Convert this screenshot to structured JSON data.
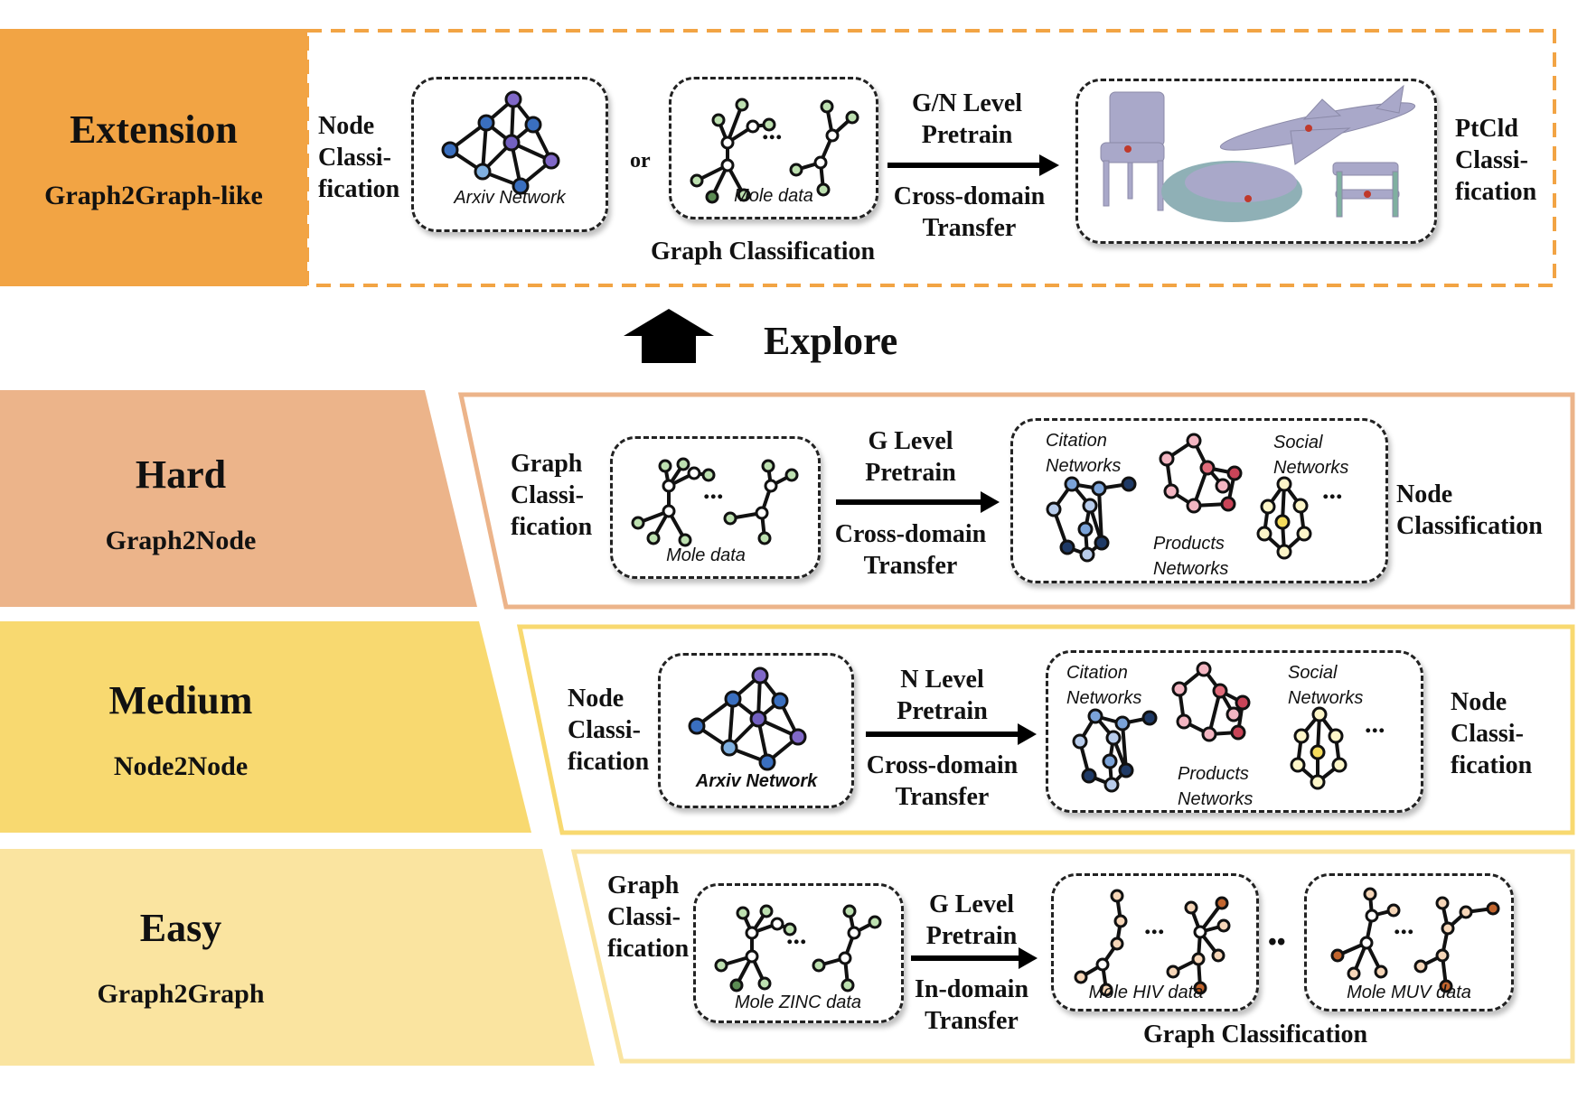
{
  "levels": {
    "extension": {
      "title": "Extension",
      "subtitle": "Graph2Graph-like",
      "color": "#f2a444"
    },
    "hard": {
      "title": "Hard",
      "subtitle": "Graph2Node",
      "color": "#ecb48a"
    },
    "medium": {
      "title": "Medium",
      "subtitle": "Node2Node",
      "color": "#f8d970"
    },
    "easy": {
      "title": "Easy",
      "subtitle": "Graph2Graph",
      "color": "#fae4a0"
    }
  },
  "explore": "Explore",
  "ext_row": {
    "source_task": "Node Classi- fication",
    "or": "or",
    "arxiv_label": "Arxiv Network",
    "mole_label": "Mole data",
    "graph_classification": "Graph Classification",
    "pretrain": "G/N Level Pretrain",
    "transfer": "Cross-domain Transfer",
    "target_task": "PtCld Classi- fication"
  },
  "hard_row": {
    "source_task": "Graph Classi- fication",
    "mole_label": "Mole data",
    "pretrain": "G Level Pretrain",
    "transfer": "Cross-domain Transfer",
    "citation": "Citation Networks",
    "products": "Products Networks",
    "social": "Social Networks",
    "target_task": "Node Classification"
  },
  "medium_row": {
    "source_task": "Node Classi- fication",
    "arxiv_label": "Arxiv Network",
    "pretrain": "N Level Pretrain",
    "transfer": "Cross-domain Transfer",
    "citation": "Citation Networks",
    "products": "Products Networks",
    "social": "Social Networks",
    "target_task": "Node Classi- fication"
  },
  "easy_row": {
    "source_task": "Graph Classi- fication",
    "zinc_label": "Mole ZINC data",
    "pretrain": "G Level Pretrain",
    "transfer": "In-domain Transfer",
    "hiv_label": "Mole HIV data",
    "muv_label": "Mole MUV data",
    "graph_classification": "Graph Classification"
  },
  "ellipsis": "...",
  "dots": "••"
}
